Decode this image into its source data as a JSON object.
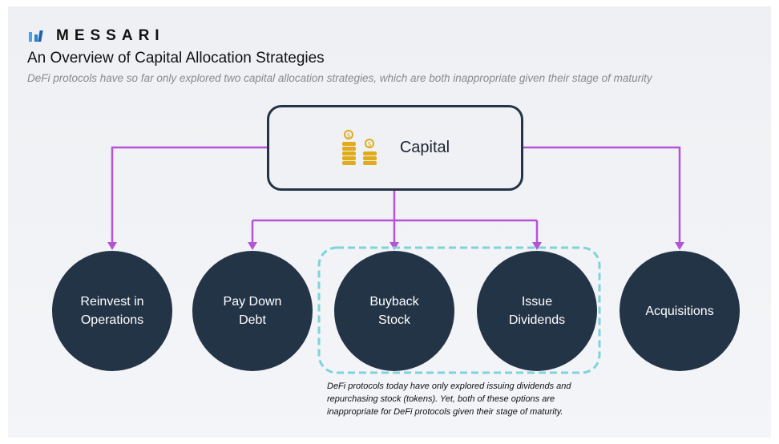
{
  "logo": {
    "text": "MESSARI"
  },
  "title": "An Overview of Capital Allocation Strategies",
  "subtitle": "DeFi protocols have so far only explored two capital allocation strategies, which are both inappropriate given their stage of maturity",
  "root": {
    "label": "Capital",
    "icon": "coin-stacks-icon"
  },
  "strategies": [
    {
      "label": "Reinvest in\nOperations"
    },
    {
      "label": "Pay Down\nDebt"
    },
    {
      "label": "Buyback\nStock"
    },
    {
      "label": "Issue\nDividends"
    },
    {
      "label": "Acquisitions"
    }
  ],
  "note": "DeFi protocols today have only explored issuing dividends and repurchasing stock (tokens). Yet, both of these options are inappropriate for DeFi protocols given their stage of maturity.",
  "colors": {
    "connector": "#b553d6",
    "node": "#243447",
    "highlight": "#7fd3da",
    "coin": "#e0ac1c"
  }
}
